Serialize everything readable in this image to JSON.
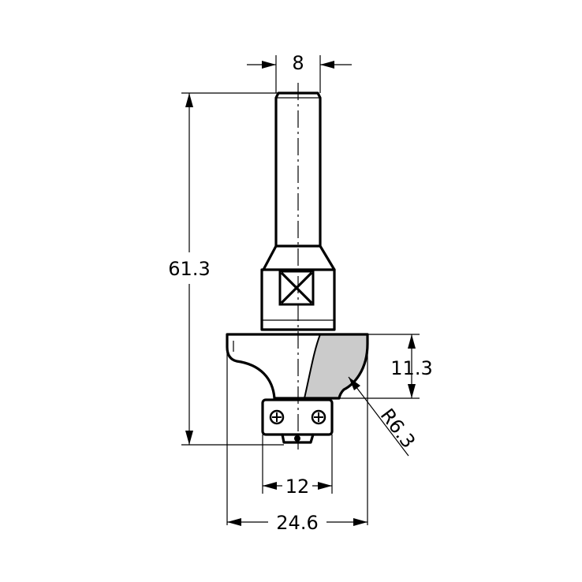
{
  "dimensions": {
    "shank_diameter": "8",
    "overall_length": "61.3",
    "cutting_height": "11.3",
    "radius": "R6.3",
    "bearing_diameter": "12",
    "cutting_diameter": "24.6"
  },
  "colors": {
    "line": "#000000",
    "insert_fill": "#cbcbcb",
    "background": "#ffffff"
  }
}
